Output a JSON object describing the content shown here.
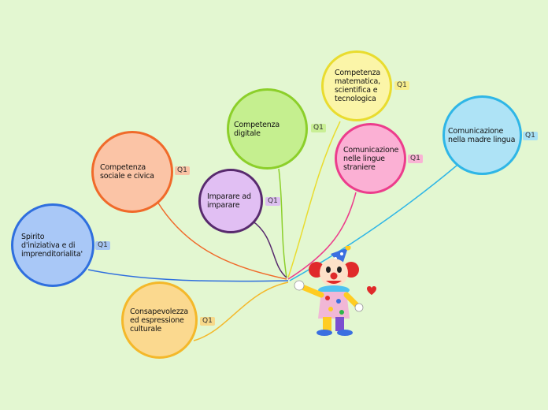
{
  "nodes": [
    {
      "id": "digitale",
      "label": "Competenza digitale",
      "tag": "Q1",
      "fill": "#c5ef8f",
      "stroke": "#8ccf2a",
      "tag_bg": "#c9ef95"
    },
    {
      "id": "matematica",
      "label": "Competenza matematica, scientifica e tecnologica",
      "tag": "Q1",
      "fill": "#fbf5a8",
      "stroke": "#e9dc2f",
      "tag_bg": "#f7ee8e"
    },
    {
      "id": "lingue",
      "label": "Comunicazione nelle lingue straniere",
      "tag": "Q1",
      "fill": "#fbb0d4",
      "stroke": "#ec3d8c",
      "tag_bg": "#f9b3d4"
    },
    {
      "id": "madre",
      "label": "Comunicazione nella madre lingua",
      "tag": "Q1",
      "fill": "#aee3f6",
      "stroke": "#2fb6e6",
      "tag_bg": "#a8e1f5"
    },
    {
      "id": "sociale",
      "label": "Competenza sociale e civica",
      "tag": "Q1",
      "fill": "#fbc4a6",
      "stroke": "#f06a2a",
      "tag_bg": "#f9c3a4"
    },
    {
      "id": "imparare",
      "label": "Imparare ad imparare",
      "tag": "Q1",
      "fill": "#e1bff3",
      "stroke": "#582a6e",
      "tag_bg": "#ddc0f0"
    },
    {
      "id": "spirito",
      "label": "Spirito d'iniziativa e di imprenditorialita'",
      "tag": "Q1",
      "fill": "#a9c8f7",
      "stroke": "#2f6fde",
      "tag_bg": "#a7c6f3"
    },
    {
      "id": "culturale",
      "label": "Consapevolezza ed espressione culturale",
      "tag": "Q1",
      "fill": "#fbd98f",
      "stroke": "#f4b82a",
      "tag_bg": "#f7d98a"
    }
  ]
}
